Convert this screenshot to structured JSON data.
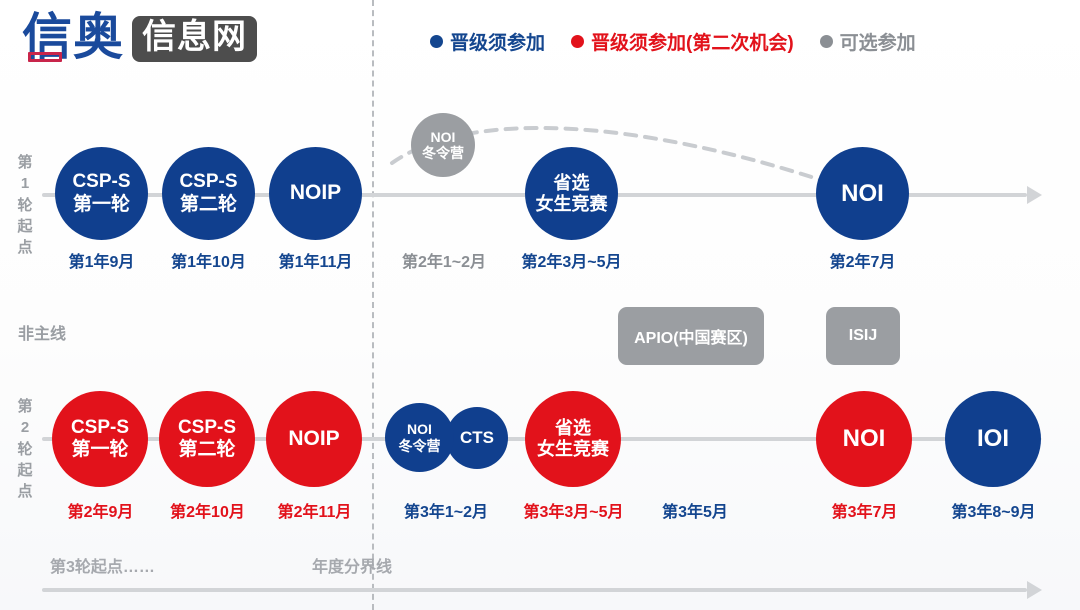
{
  "logo": {
    "mark": "信奥",
    "box": "信息网"
  },
  "legend": [
    {
      "label": "晋级须参加",
      "color": "#14468f"
    },
    {
      "label": "晋级须参加(第二次机会)",
      "color": "#e2121b"
    },
    {
      "label": "可选参加",
      "color": "#8b8f94"
    }
  ],
  "rows": [
    {
      "side_label": "第1轮起点",
      "nodes": [
        {
          "l1": "CSP-S",
          "l2": "第一轮",
          "color": "blue",
          "caption": "第1年9月",
          "caption_color": "blue"
        },
        {
          "l1": "CSP-S",
          "l2": "第二轮",
          "color": "blue",
          "caption": "第1年10月",
          "caption_color": "blue"
        },
        {
          "l1": "NOIP",
          "l2": "",
          "color": "blue",
          "caption": "第1年11月",
          "caption_color": "blue"
        },
        {
          "l1": "NOI",
          "l2": "冬令营",
          "color": "gray",
          "caption": "第2年1~2月",
          "caption_color": "gray"
        },
        {
          "l1": "省选",
          "l2": "女生竞赛",
          "color": "blue",
          "caption": "第2年3月~5月",
          "caption_color": "blue"
        },
        {
          "l1": "NOI",
          "l2": "",
          "color": "blue",
          "caption": "第2年7月",
          "caption_color": "blue"
        }
      ]
    },
    {
      "side_label": "第2轮起点",
      "nodes": [
        {
          "l1": "CSP-S",
          "l2": "第一轮",
          "color": "red",
          "caption": "第2年9月",
          "caption_color": "red"
        },
        {
          "l1": "CSP-S",
          "l2": "第二轮",
          "color": "red",
          "caption": "第2年10月",
          "caption_color": "red"
        },
        {
          "l1": "NOIP",
          "l2": "",
          "color": "red",
          "caption": "第2年11月",
          "caption_color": "red"
        },
        {
          "l1": "NOI",
          "l2": "冬令营",
          "color": "blue",
          "caption": "第3年1~2月",
          "caption_color": "blue"
        },
        {
          "l1": "CTS",
          "l2": "",
          "color": "blue",
          "caption": "",
          "caption_color": "blue"
        },
        {
          "l1": "省选",
          "l2": "女生竞赛",
          "color": "red",
          "caption": "第3年3月~5月",
          "caption_color": "red"
        },
        {
          "l1": "",
          "l2": "",
          "color": "none",
          "caption": "第3年5月",
          "caption_color": "blue"
        },
        {
          "l1": "NOI",
          "l2": "",
          "color": "red",
          "caption": "第3年7月",
          "caption_color": "red"
        },
        {
          "l1": "IOI",
          "l2": "",
          "color": "blue",
          "caption": "第3年8~9月",
          "caption_color": "blue"
        }
      ]
    }
  ],
  "offline": {
    "label": "非主线",
    "boxes": [
      {
        "label": "APIO(中国赛区)"
      },
      {
        "label": "ISIJ"
      }
    ]
  },
  "footer": {
    "round3": "第3轮起点……",
    "year_divider": "年度分界线"
  }
}
